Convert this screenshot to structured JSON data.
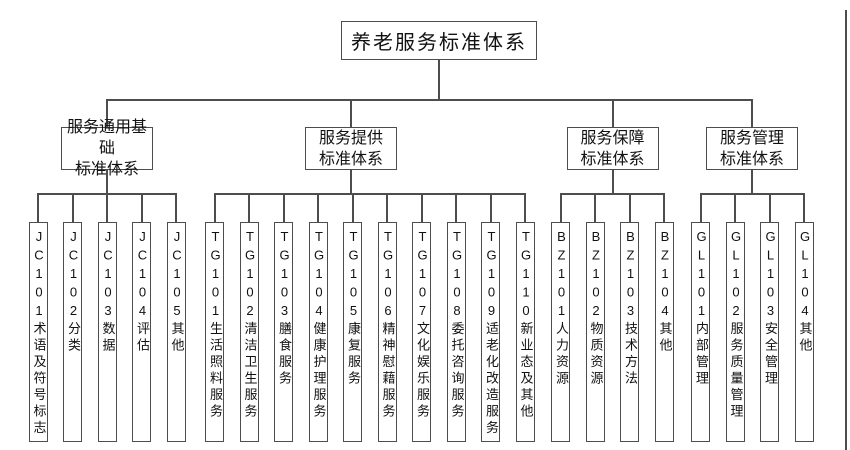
{
  "root": {
    "label": "养老服务标准体系"
  },
  "colors": {
    "line": "#4d4d4d",
    "background": "#ffffff",
    "text": "#111111"
  },
  "groups": [
    {
      "label": "服务通用基础\n标准体系",
      "children": [
        {
          "code": "JC101",
          "name": "术语及符号标志"
        },
        {
          "code": "JC102",
          "name": "分类"
        },
        {
          "code": "JC103",
          "name": "数据"
        },
        {
          "code": "JC104",
          "name": "评估"
        },
        {
          "code": "JC105",
          "name": "其他"
        }
      ]
    },
    {
      "label": "服务提供\n标准体系",
      "children": [
        {
          "code": "TG101",
          "name": "生活照料服务"
        },
        {
          "code": "TG102",
          "name": "清洁卫生服务"
        },
        {
          "code": "TG103",
          "name": "膳食服务"
        },
        {
          "code": "TG104",
          "name": "健康护理服务"
        },
        {
          "code": "TG105",
          "name": "康复服务"
        },
        {
          "code": "TG106",
          "name": "精神慰藉服务"
        },
        {
          "code": "TG107",
          "name": "文化娱乐服务"
        },
        {
          "code": "TG108",
          "name": "委托咨询服务"
        },
        {
          "code": "TG109",
          "name": "适老化改造服务"
        },
        {
          "code": "TG110",
          "name": "新业态及其他"
        }
      ]
    },
    {
      "label": "服务保障\n标准体系",
      "children": [
        {
          "code": "BZ101",
          "name": "人力资源"
        },
        {
          "code": "BZ102",
          "name": "物质资源"
        },
        {
          "code": "BZ103",
          "name": "技术方法"
        },
        {
          "code": "BZ104",
          "name": "其他"
        }
      ]
    },
    {
      "label": "服务管理\n标准体系",
      "children": [
        {
          "code": "GL101",
          "name": "内部管理"
        },
        {
          "code": "GL102",
          "name": "服务质量管理"
        },
        {
          "code": "GL103",
          "name": "安全管理"
        },
        {
          "code": "GL104",
          "name": "其他"
        }
      ]
    }
  ]
}
